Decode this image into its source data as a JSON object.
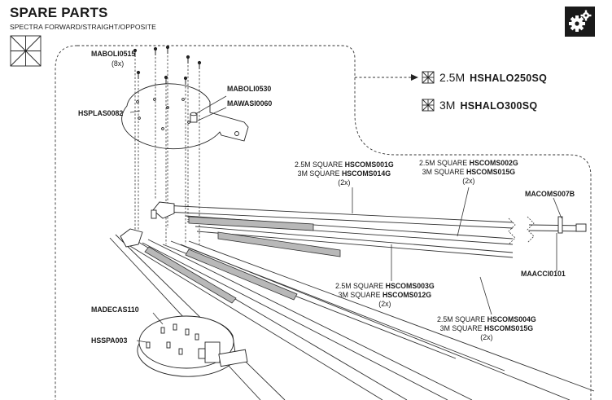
{
  "header": {
    "title": "SPARE PARTS",
    "subtitle": "SPECTRA FORWARD/STRAIGHT/OPPOSITE"
  },
  "icons": {
    "header_icon": "gears-icon",
    "shade_icon": "square-shade-icon"
  },
  "kits": [
    {
      "size": "2.5M",
      "code": "HSHALO250SQ"
    },
    {
      "size": "3M",
      "code": "HSHALO300SQ"
    }
  ],
  "parts": {
    "screws": {
      "code": "MABOLI0515",
      "qty": "(8x)"
    },
    "top_bolt": {
      "code": "MABOLI0530"
    },
    "washer": {
      "code": "MAWASI0060"
    },
    "top_plate": {
      "code": "HSPLAS0082"
    },
    "end_cap": {
      "code": "MACOMS007B"
    },
    "clip": {
      "code": "MAACCI0101"
    },
    "caster": {
      "code": "MADECAS110"
    },
    "bottom_plate": {
      "code": "HSSPA003"
    }
  },
  "arms": [
    {
      "line1_prefix": "2.5M SQUARE ",
      "line1_code": "HSCOMS001G",
      "line2_prefix": "3M SQUARE ",
      "line2_code": "HSCOMS014G",
      "qty": "(2x)"
    },
    {
      "line1_prefix": "2.5M SQUARE ",
      "line1_code": "HSCOMS002G",
      "line2_prefix": "3M SQUARE ",
      "line2_code": "HSCOMS015G",
      "qty": "(2x)"
    },
    {
      "line1_prefix": "2.5M SQUARE ",
      "line1_code": "HSCOMS003G",
      "line2_prefix": "3M SQUARE ",
      "line2_code": "HSCOMS012G",
      "qty": "(2x)"
    },
    {
      "line1_prefix": "2.5M SQUARE ",
      "line1_code": "HSCOMS004G",
      "line2_prefix": "3M SQUARE ",
      "line2_code": "HSCOMS015G",
      "qty": "(2x)"
    }
  ]
}
